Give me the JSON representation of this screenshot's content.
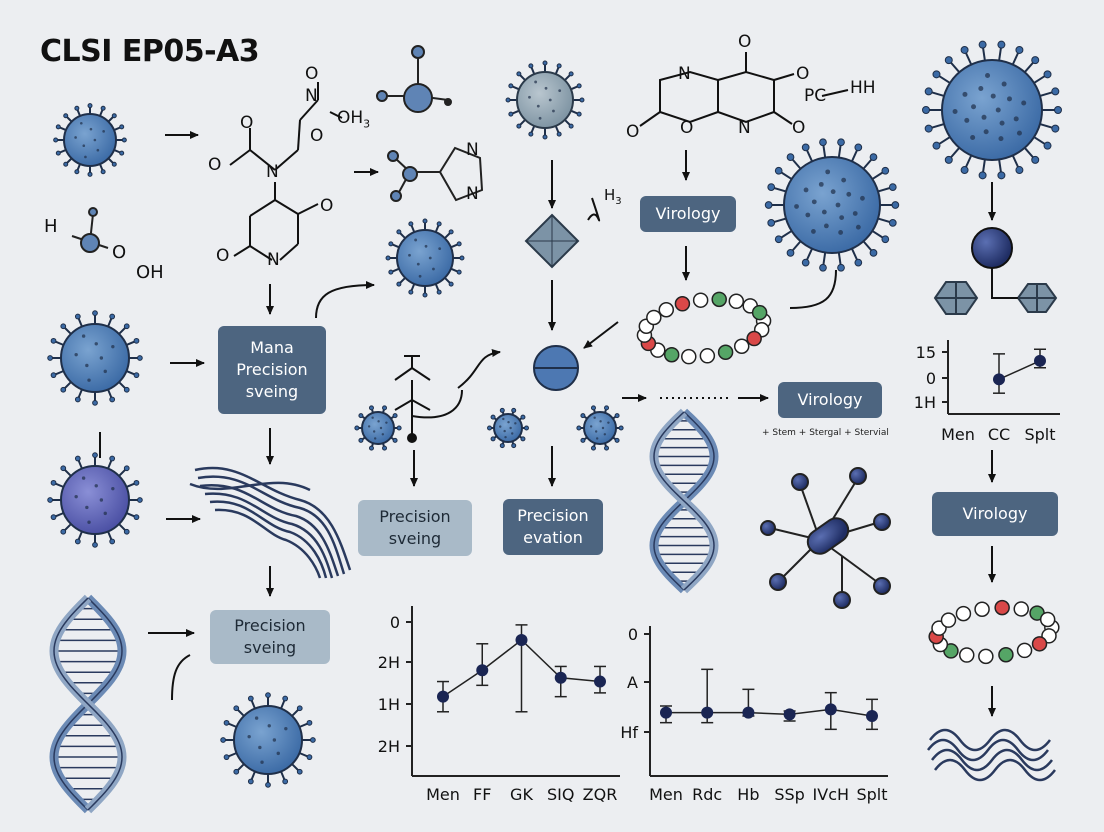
{
  "title": "CLSI EP05-A3",
  "chem": {
    "no_oh": "O",
    "n_top": "N",
    "oh3": "OH",
    "oh3_sub": "3",
    "o_left": "O",
    "n_mid": "N",
    "o_mid": "O",
    "o_ring_r": "O",
    "o_ring_l": "O",
    "n_ring": "N",
    "h_label": "H",
    "o_label": "O",
    "oh_label": "OH",
    "imid_n1": "N",
    "imid_n2": "N",
    "pter_o1": "O",
    "pter_o2": "O",
    "pter_n1": "N",
    "pter_o3": "O",
    "pter_n2": "N",
    "pter_o4": "O",
    "pter_o5": "O",
    "pc": "PC",
    "hh": "HH",
    "h3": "H",
    "h3_sub": "3"
  },
  "boxes": {
    "mana": [
      "Mana",
      "Precision",
      "sveing"
    ],
    "precision_sveing_mid": [
      "Precision",
      "sveing"
    ],
    "precision_evation": [
      "Precision",
      "evation"
    ],
    "precision_sveing_low": [
      "Precision",
      "sveing"
    ],
    "virology_top": "Virology",
    "virology_mid": "Virology",
    "virology_right": "Virology"
  },
  "small_caption": "+ Stem + Stergal + Stervial",
  "chart_data": [
    {
      "type": "line",
      "categories": [
        "Men",
        "FF",
        "GK",
        "SIQ",
        "ZQR"
      ],
      "y_tick_labels": [
        "0",
        "2H",
        "1H",
        "2H"
      ],
      "values": [
        2.1,
        2.8,
        3.6,
        2.6,
        2.5
      ],
      "error_low": [
        1.7,
        2.4,
        1.7,
        2.1,
        2.2
      ],
      "error_high": [
        2.5,
        3.5,
        4.0,
        2.9,
        2.9
      ],
      "ylim": [
        0,
        4.5
      ],
      "title": "",
      "xlabel": "",
      "ylabel": "",
      "grid": false
    },
    {
      "type": "line",
      "categories": [
        "Men",
        "Rdc",
        "Hb",
        "SSp",
        "IVcH",
        "Splt"
      ],
      "y_tick_labels": [
        "0",
        "A",
        "Hf"
      ],
      "values": [
        1.9,
        1.9,
        1.9,
        1.85,
        2.0,
        1.8
      ],
      "error_low": [
        1.6,
        1.6,
        1.8,
        1.65,
        1.4,
        1.4
      ],
      "error_high": [
        2.1,
        3.2,
        2.6,
        1.95,
        2.5,
        2.3
      ],
      "ylim": [
        0,
        4.5
      ],
      "title": "",
      "xlabel": "",
      "ylabel": "",
      "grid": false
    },
    {
      "type": "line",
      "categories": [
        "Men",
        "CC",
        "Splt"
      ],
      "y_tick_labels": [
        "15",
        "0",
        "1H"
      ],
      "values": [
        null,
        1.5,
        2.3
      ],
      "error_low": [
        null,
        0.9,
        2.0
      ],
      "error_high": [
        null,
        2.6,
        2.8
      ],
      "ylim": [
        0,
        3.2
      ],
      "title": "",
      "xlabel": "",
      "ylabel": "",
      "grid": false
    }
  ]
}
